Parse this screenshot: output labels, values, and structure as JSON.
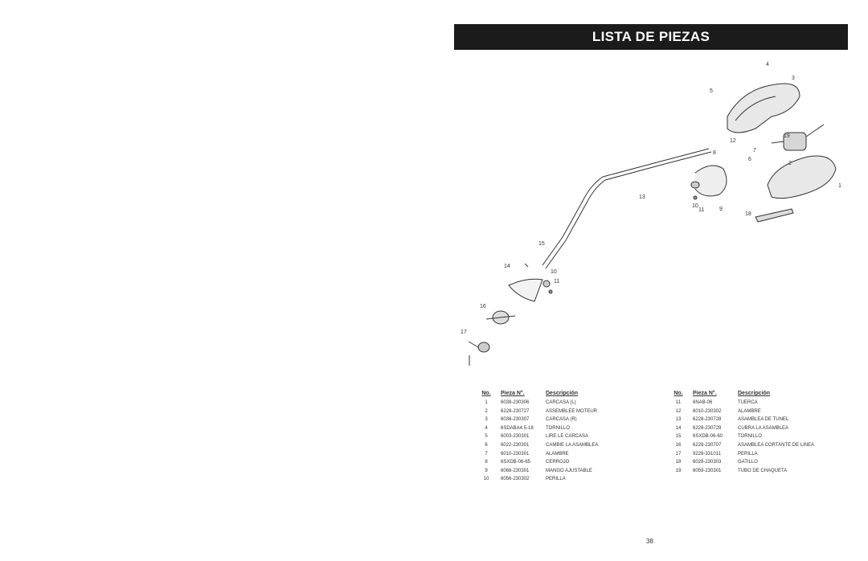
{
  "title": "LISTA DE PIEZAS",
  "page_number": "38",
  "headers": {
    "no": "No.",
    "piece": "Pieza N°.",
    "desc": "Descripción"
  },
  "callouts": [
    "1",
    "2",
    "3",
    "4",
    "5",
    "6",
    "7",
    "8",
    "9",
    "10",
    "11",
    "12",
    "13",
    "14",
    "15",
    "16",
    "17",
    "18",
    "19",
    "10",
    "11"
  ],
  "parts_left": [
    {
      "no": "1",
      "piece": "6038-230306",
      "desc": "CARCASA (L)"
    },
    {
      "no": "2",
      "piece": "6228-230727",
      "desc": "ASSEMBLEE MOTEUR"
    },
    {
      "no": "3",
      "piece": "6038-230307",
      "desc": "CARCASA (R)"
    },
    {
      "no": "4",
      "piece": "6SDABA4.5-18",
      "desc": "TORNILLO"
    },
    {
      "no": "5",
      "piece": "6003-230301",
      "desc": "LIRE LE CARCASA"
    },
    {
      "no": "6",
      "piece": "6022-230301",
      "desc": "CAMBIE LA ASAMBLEA"
    },
    {
      "no": "7",
      "piece": "6010-230301",
      "desc": "ALAMBRE"
    },
    {
      "no": "8",
      "piece": "6SXDB-06-65",
      "desc": "CERROJO"
    },
    {
      "no": "9",
      "piece": "6068-230301",
      "desc": "MANGO AJUSTABLE"
    },
    {
      "no": "10",
      "piece": "6056-230302",
      "desc": "PERILLA"
    }
  ],
  "parts_right": [
    {
      "no": "11",
      "piece": "6NAB-06",
      "desc": "TUERCA"
    },
    {
      "no": "12",
      "piece": "6010-230302",
      "desc": "ALAMBRE"
    },
    {
      "no": "13",
      "piece": "6228-230728",
      "desc": "ASAMBLEA DE TUNEL"
    },
    {
      "no": "14",
      "piece": "6228-230729",
      "desc": "CUBRA LA ASAMBLEA"
    },
    {
      "no": "15",
      "piece": "6SXDB-06-60",
      "desc": "TORNILLO"
    },
    {
      "no": "16",
      "piece": "6228-230707",
      "desc": "ASAMBLEA CORTANTE DE LINEA"
    },
    {
      "no": "17",
      "piece": "9228-331011",
      "desc": "PERILLA"
    },
    {
      "no": "18",
      "piece": "6028-230303",
      "desc": "GATILLO"
    },
    {
      "no": "19",
      "piece": "6059-230301",
      "desc": "TUBO DE CHAQUETA"
    }
  ]
}
